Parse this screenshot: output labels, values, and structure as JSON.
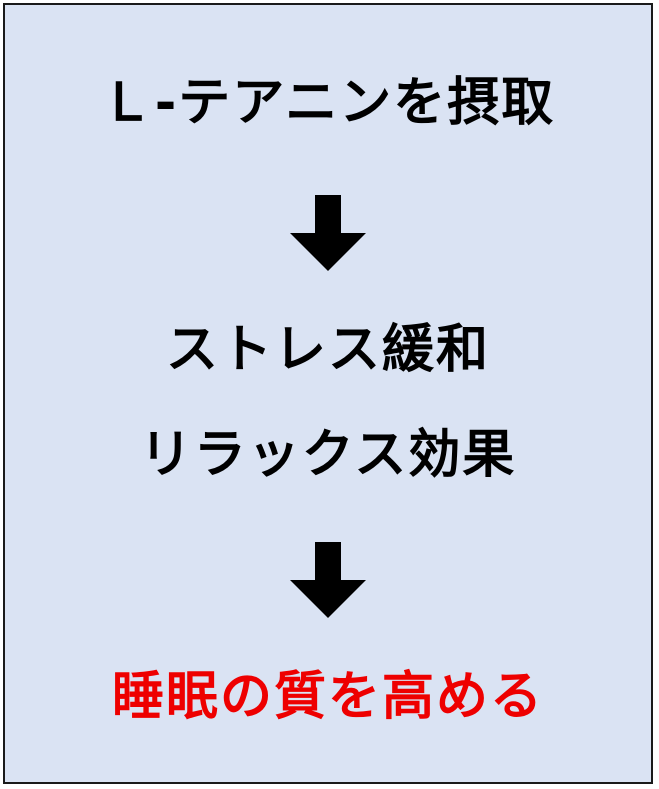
{
  "steps": {
    "intake": "Ｌ-テアニンを摂取",
    "effect_line1": "ストレス緩和",
    "effect_line2": "リラックス効果",
    "result": "睡眠の質を高める"
  },
  "colors": {
    "background": "#dae3f3",
    "border": "#1a1a1a",
    "text": "#000000",
    "result_text": "#ee0000",
    "arrow": "#000000"
  },
  "icons": {
    "arrow": "arrow-down-icon"
  }
}
